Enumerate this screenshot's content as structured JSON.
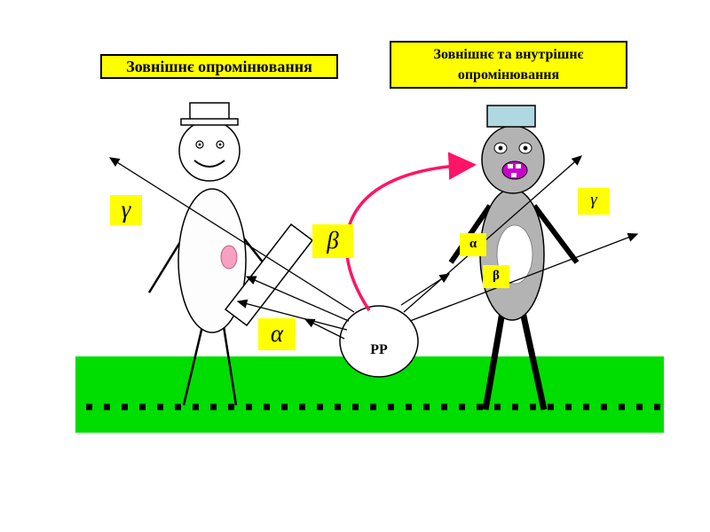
{
  "titles": {
    "left": "Зовнішнє опромінювання",
    "right": "Зовнішнє та внутрішнє опромінювання"
  },
  "labels": {
    "gamma_left": "γ",
    "beta_left": "β",
    "alpha_left": "α",
    "alpha_right": "α",
    "beta_right": "β",
    "gamma_right": "γ",
    "source": "PP"
  },
  "colors": {
    "ground_green": "#00dd00",
    "label_yellow": "#ffff00",
    "ingestion_arrow_pink": "#ff1466",
    "figure_gray": "#b3b3b3",
    "hat_blue": "#b0d8e0",
    "mouth_magenta": "#cc00cc",
    "organ_pink": "#f8a0c0"
  }
}
